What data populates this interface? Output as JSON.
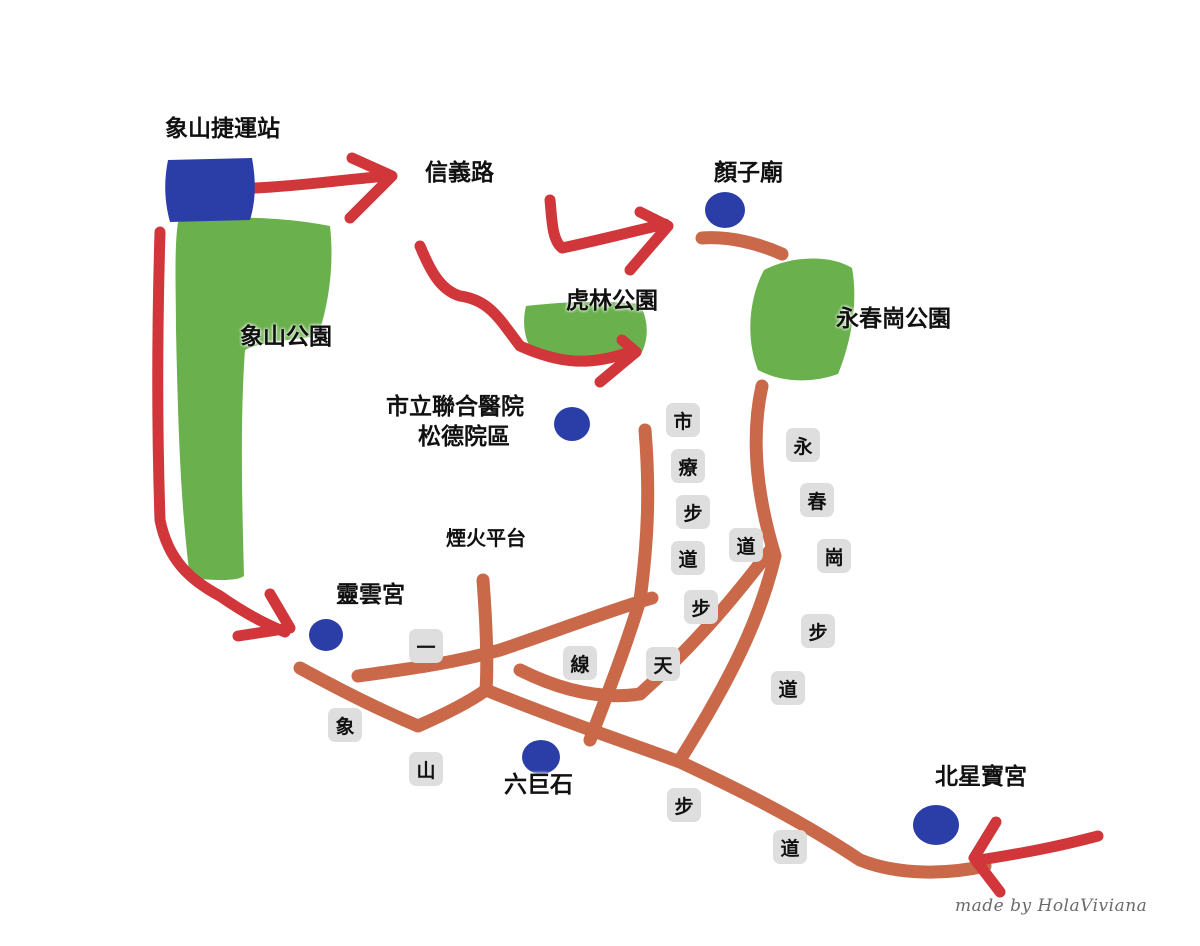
{
  "places": {
    "mrt_station": "象山捷運站",
    "xinyi_road": "信義路",
    "yanzi_temple": "顏子廟",
    "hulin_park": "虎林公園",
    "yongchungang_park": "永春崗公園",
    "xiangshan_park": "象山公園",
    "hospital_line1": "市立聯合醫院",
    "hospital_line2": "松德院區",
    "fireworks_platform": "煙火平台",
    "lingyun_temple": "靈雲宮",
    "six_giant_rocks": "六巨石",
    "beixing_temple": "北星寶宮"
  },
  "trail_chars": {
    "xiangshan": [
      "象",
      "山",
      "步",
      "道"
    ],
    "yixiantian": [
      "一",
      "線",
      "天"
    ],
    "shiliao": [
      "市",
      "療",
      "步",
      "道"
    ],
    "shiliao_extra": [
      "步"
    ],
    "yongchungang": [
      "永",
      "春",
      "崗",
      "步",
      "道"
    ],
    "separate_dao": "道"
  },
  "credit": "made by HolaViviana",
  "colors": {
    "park_green": "#6ab04c",
    "point_blue": "#2b3ea8",
    "route_red": "#d0363a",
    "trail_brown": "#c9694a"
  }
}
